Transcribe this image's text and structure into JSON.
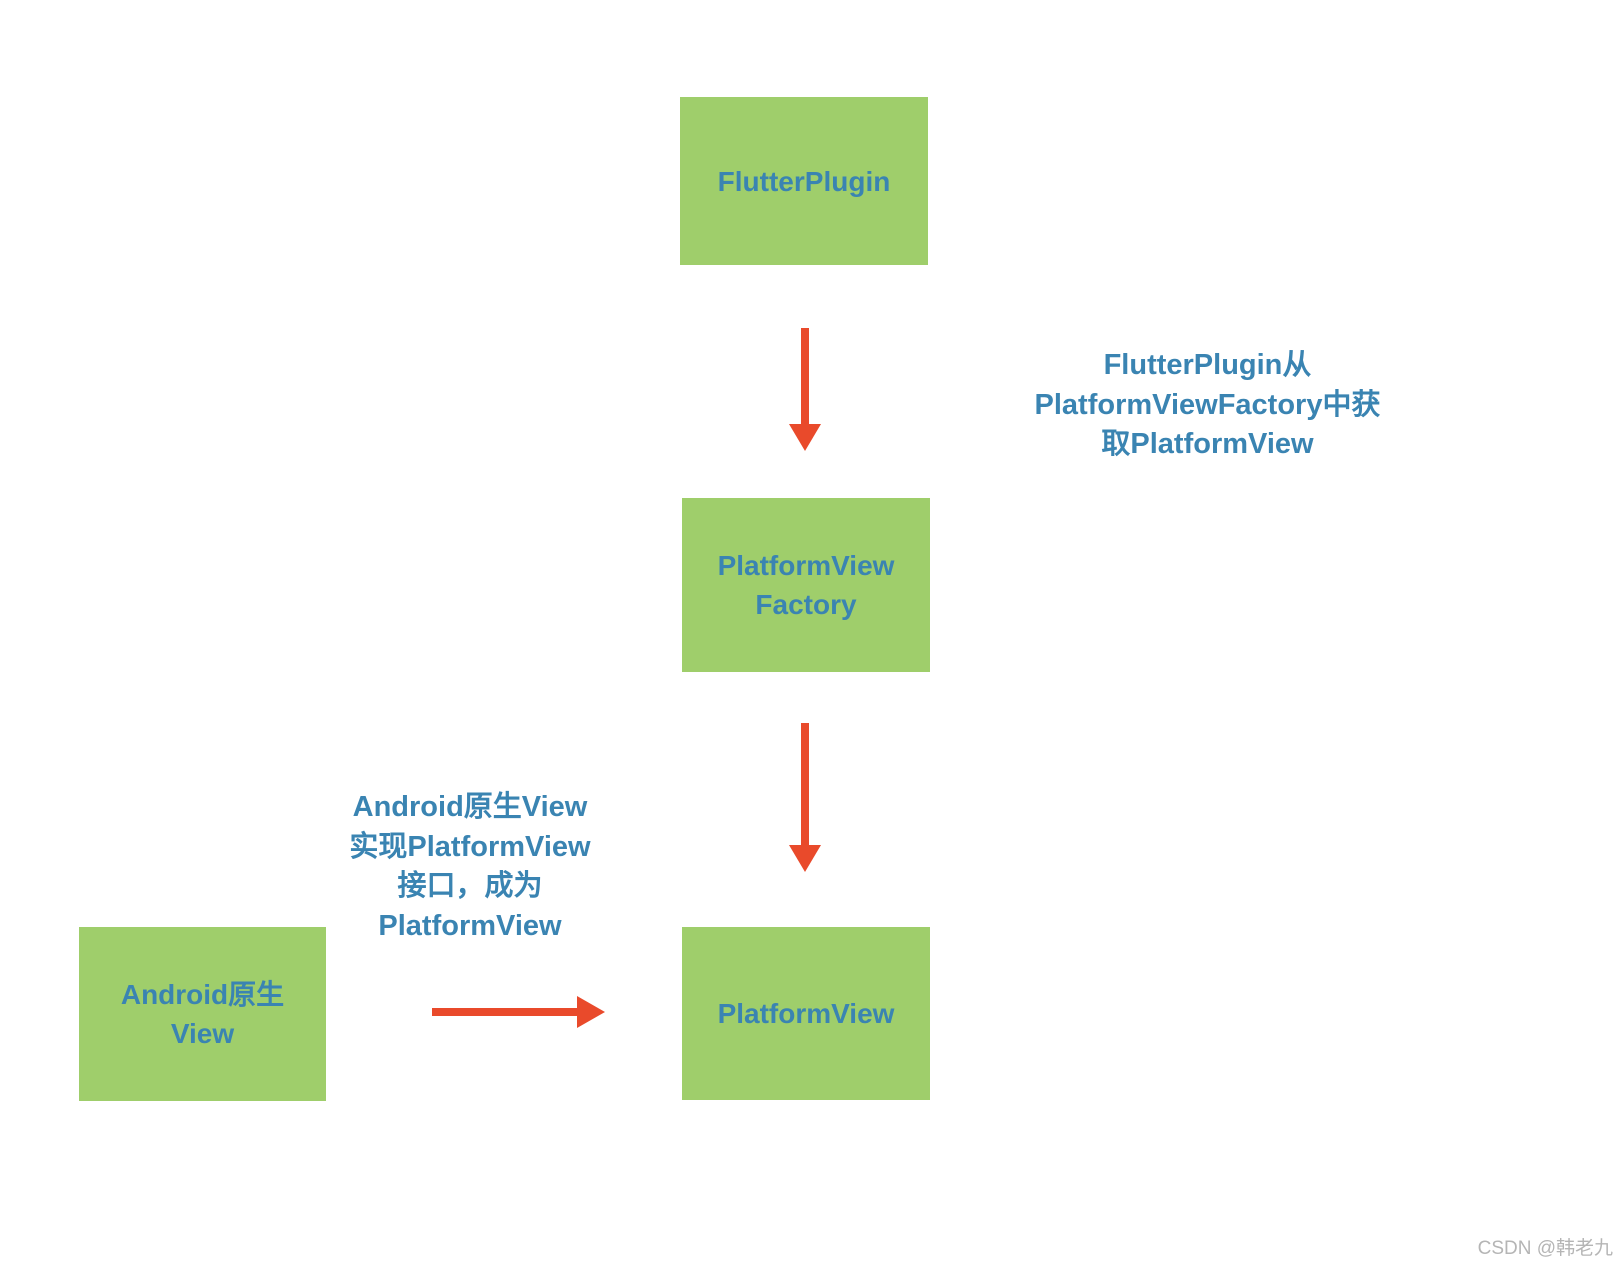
{
  "colors": {
    "box_fill": "#9fce6b",
    "box_text": "#3a84b2",
    "annotation_text": "#3a84b2",
    "arrow": "#e94a2b",
    "watermark_text": "#b5b5b5",
    "background": "#ffffff"
  },
  "boxes": {
    "flutter_plugin": {
      "lines": [
        "FlutterPlugin"
      ]
    },
    "platform_view_factory": {
      "lines": [
        "PlatformView",
        "Factory"
      ]
    },
    "platform_view": {
      "lines": [
        "PlatformView"
      ]
    },
    "android_native_view": {
      "lines": [
        "Android原生",
        "View"
      ]
    }
  },
  "annotations": {
    "factory_note": {
      "lines": [
        "FlutterPlugin从",
        "PlatformViewFactory中获",
        "取PlatformView"
      ]
    },
    "native_view_note": {
      "lines": [
        "Android原生View",
        "实现PlatformView",
        "接口，成为",
        "PlatformView"
      ]
    }
  },
  "watermark": "CSDN @韩老九"
}
